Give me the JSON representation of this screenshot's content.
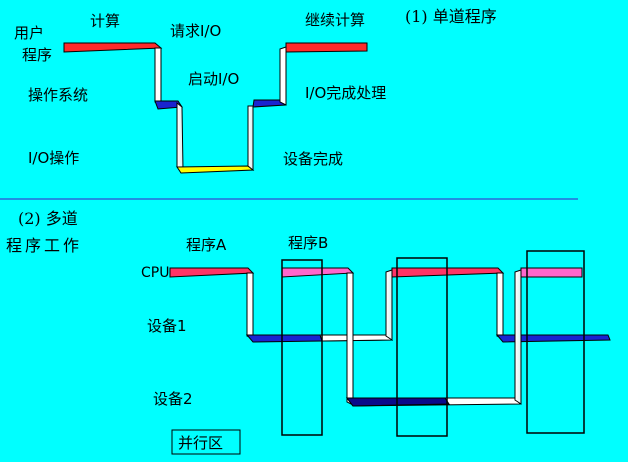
{
  "part1": {
    "heading": "(1) 单道程序",
    "row_user_line1": "用户",
    "row_user_line2": "程序",
    "row_os": "操作系统",
    "row_io": "I/O操作",
    "label_compute": "计算",
    "label_request_io": "请求I/O",
    "label_start_io": "启动I/O",
    "label_continue": "继续计算",
    "label_io_done": "I/O完成处理",
    "label_device_done": "设备完成"
  },
  "part2": {
    "heading_line1": "(2) 多道",
    "heading_line2": "程序工作",
    "row_cpu": "CPU",
    "row_dev1": "设备1",
    "row_dev2": "设备2",
    "label_prog_a": "程序A",
    "label_prog_b": "程序B",
    "parallel_label": "并行区"
  },
  "colors": {
    "background": "#00ffff",
    "program_a": "#ff3366",
    "program_b": "#ff66cc",
    "os": "#1a24d0",
    "io": "#ffff00",
    "device2": "#0a0a8a",
    "divider": "#2a6ad8"
  }
}
